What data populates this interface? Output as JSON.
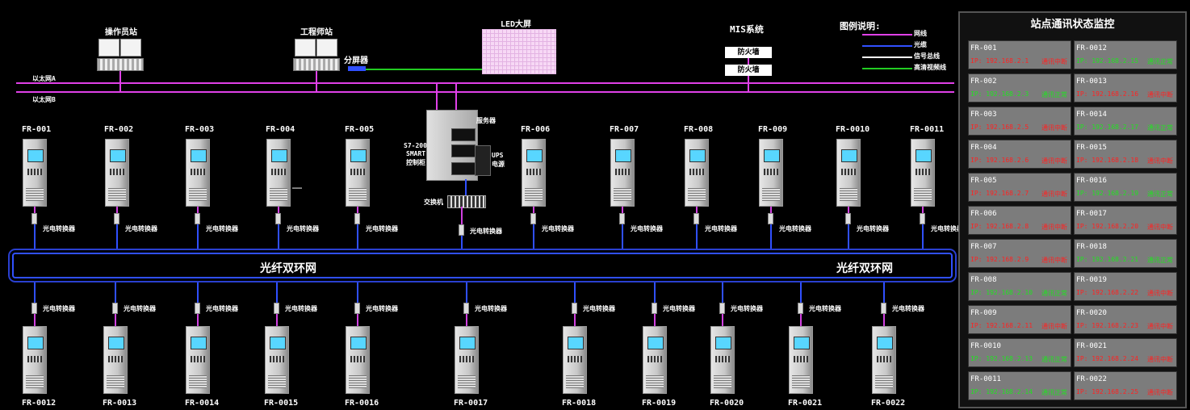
{
  "top": {
    "operator_station": "操作员站",
    "engineer_station": "工程师站",
    "splitter": "分屏器",
    "led_wall": "LED大屏",
    "mis": "MIS系统",
    "firewall": "防火墙",
    "ring_a": "以太网A",
    "ring_b": "以太网B",
    "server": "服务器",
    "plc_line1": "S7-200",
    "plc_line2": "SMART",
    "plc_line3": "控制柜",
    "ups_line1": "UPS",
    "ups_line2": "电源",
    "switch": "交换机"
  },
  "legend": {
    "title": "图例说明:",
    "items": [
      {
        "label": "网线",
        "color": "#e040e8"
      },
      {
        "label": "光缆",
        "color": "#3050ff"
      },
      {
        "label": "信号总线",
        "color": "#ffffff"
      },
      {
        "label": "高清视频线",
        "color": "#22cc22"
      }
    ]
  },
  "ring": {
    "label": "光纤双环网"
  },
  "converter_label": "光电转换器",
  "ellipsis": "……",
  "upper_cabinets": [
    "FR-001",
    "FR-002",
    "FR-003",
    "FR-004",
    "FR-005",
    "FR-006",
    "FR-007",
    "FR-008",
    "FR-009",
    "FR-0010",
    "FR-0011"
  ],
  "lower_cabinets": [
    "FR-0012",
    "FR-0013",
    "FR-0014",
    "FR-0015",
    "FR-0016",
    "FR-0017",
    "FR-0018",
    "FR-0019",
    "FR-0020",
    "FR-0021",
    "FR-0022"
  ],
  "panel": {
    "title": "站点通讯状态监控",
    "status_ok": "通讯正常",
    "status_err": "通讯中断",
    "ok_color": "#22e022",
    "err_color": "#ff2222",
    "left": [
      {
        "id": "FR-001",
        "ip": "IP: 192.168.2.1",
        "ok": false
      },
      {
        "id": "FR-002",
        "ip": "IP: 192.168.2.3",
        "ok": true
      },
      {
        "id": "FR-003",
        "ip": "IP: 192.168.2.5",
        "ok": false
      },
      {
        "id": "FR-004",
        "ip": "IP: 192.168.2.6",
        "ok": false
      },
      {
        "id": "FR-005",
        "ip": "IP: 192.168.2.7",
        "ok": false
      },
      {
        "id": "FR-006",
        "ip": "IP: 192.168.2.8",
        "ok": false
      },
      {
        "id": "FR-007",
        "ip": "IP: 192.168.2.9",
        "ok": false
      },
      {
        "id": "FR-008",
        "ip": "IP: 192.168.2.10",
        "ok": true
      },
      {
        "id": "FR-009",
        "ip": "IP: 192.168.2.11",
        "ok": false
      },
      {
        "id": "FR-0010",
        "ip": "IP: 192.168.2.13",
        "ok": true
      },
      {
        "id": "FR-0011",
        "ip": "IP: 192.168.2.14",
        "ok": true
      }
    ],
    "right": [
      {
        "id": "FR-0012",
        "ip": "IP: 192.168.2.15",
        "ok": true
      },
      {
        "id": "FR-0013",
        "ip": "IP: 192.168.2.16",
        "ok": false
      },
      {
        "id": "FR-0014",
        "ip": "IP: 192.168.2.17",
        "ok": true
      },
      {
        "id": "FR-0015",
        "ip": "IP: 192.168.2.18",
        "ok": false
      },
      {
        "id": "FR-0016",
        "ip": "IP: 192.168.2.19",
        "ok": true
      },
      {
        "id": "FR-0017",
        "ip": "IP: 192.168.2.20",
        "ok": false
      },
      {
        "id": "FR-0018",
        "ip": "IP: 192.168.2.21",
        "ok": true
      },
      {
        "id": "FR-0019",
        "ip": "IP: 192.168.2.22",
        "ok": false
      },
      {
        "id": "FR-0020",
        "ip": "IP: 192.168.2.23",
        "ok": false
      },
      {
        "id": "FR-0021",
        "ip": "IP: 192.168.2.24",
        "ok": false
      },
      {
        "id": "FR-0022",
        "ip": "IP: 192.168.2.25",
        "ok": false
      }
    ]
  }
}
